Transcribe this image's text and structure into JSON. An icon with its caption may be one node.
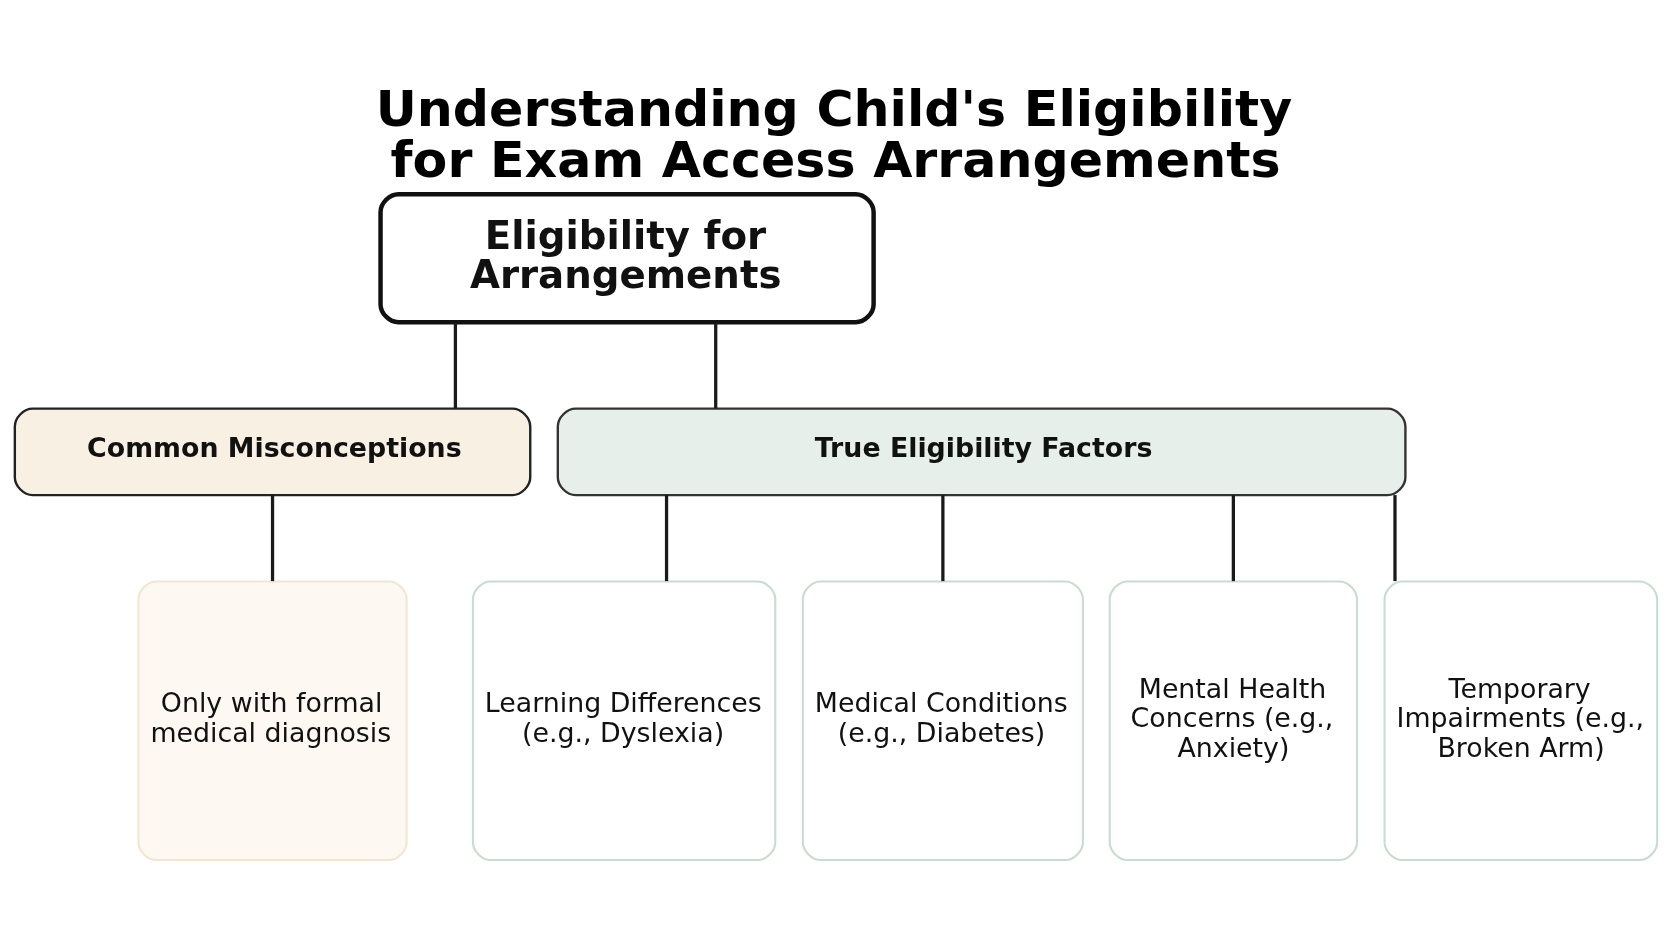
{
  "diagram": {
    "title": "Understanding Child's Eligibility for Exam Access Arrangements",
    "nodes": [
      {
        "text": [
          "Eligibility for Arrangements"
        ]
      },
      {
        "text": [
          "Common Misconceptions"
        ]
      },
      {
        "text": [
          "True Eligibility Factors"
        ]
      },
      {
        "text": [
          "Only with formal medical diagnosis"
        ]
      },
      {
        "text": [
          "Learning Differences (e.g., Dyslexia)"
        ]
      },
      {
        "text": [
          "Medical Conditions (e.g., Diabetes)"
        ]
      },
      {
        "text": [
          "Mental Health Concerns (e.g., Anxiety)"
        ]
      },
      {
        "text": [
          "Temporary Impairments (e.g., Broken Arm)"
        ]
      }
    ],
    "edges": [
      {
        "from": 0,
        "to": 1,
        "arrow": "none"
      },
      {
        "from": 0,
        "to": 2,
        "arrow": "none"
      },
      {
        "from": 1,
        "to": 3,
        "arrow": "none"
      },
      {
        "from": 2,
        "to": 4,
        "arrow": "none"
      },
      {
        "from": 2,
        "to": 5,
        "arrow": "none"
      },
      {
        "from": 2,
        "to": 6,
        "arrow": "none"
      },
      {
        "from": 2,
        "to": 7,
        "arrow": "none"
      }
    ]
  }
}
